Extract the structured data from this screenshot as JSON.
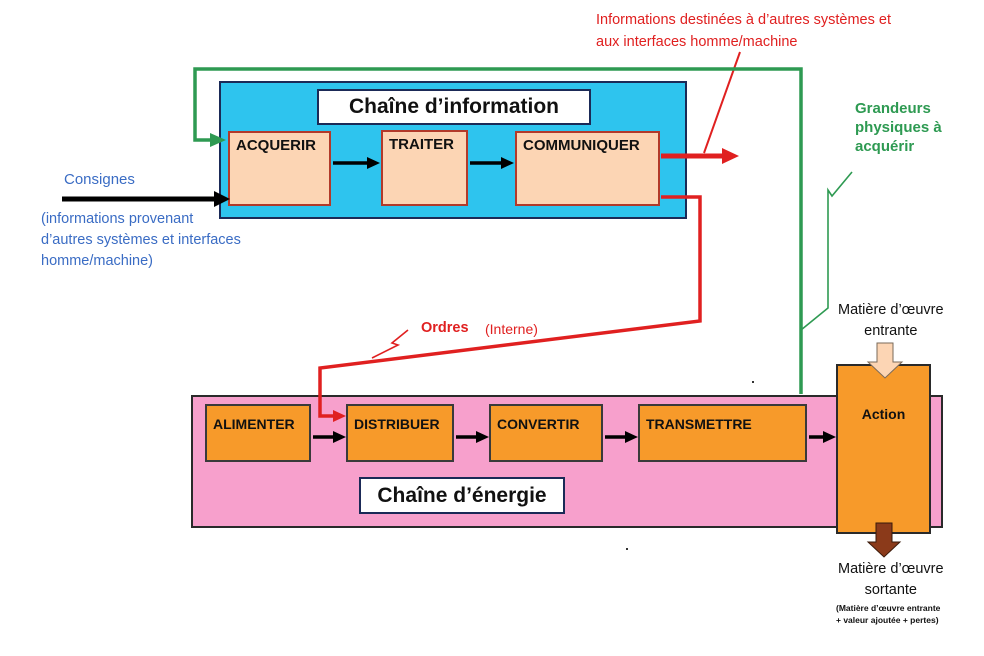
{
  "info_chain": {
    "title": "Chaîne d’information",
    "blocks": [
      "ACQUERIR",
      "TRAITER",
      "COMMUNIQUER"
    ]
  },
  "energy_chain": {
    "title": "Chaîne d’énergie",
    "blocks": [
      "ALIMENTER",
      "DISTRIBUER",
      "CONVERTIR",
      "TRANSMETTRE"
    ]
  },
  "action": {
    "label": "Action"
  },
  "labels": {
    "consignes": "Consignes",
    "consignes_detail": [
      "(informations provenant",
      "d’autres systèmes et interfaces",
      "homme/machine)"
    ],
    "informations_out": [
      "Informations destinées à d’autres systèmes et",
      "aux interfaces homme/machine"
    ],
    "grandeurs": [
      "Grandeurs",
      "physiques à",
      "acquérir"
    ],
    "ordres": "Ordres",
    "ordres_interne": "(Interne)",
    "matiere_entrante": [
      "Matière d’œuvre",
      "entrante"
    ],
    "matiere_sortante": [
      "Matière d’œuvre",
      "sortante"
    ],
    "matiere_sortante_detail": [
      "(Matière d’œuvre entrante",
      "+ valeur ajoutée + pertes)"
    ]
  },
  "colors": {
    "info_panel": "#2ec4ee",
    "energy_panel": "#f7a0cc",
    "info_block": "#fcd5b4",
    "energy_block": "#f79a2a",
    "feedback_line": "#2e9a52",
    "order_line": "#e02020"
  }
}
